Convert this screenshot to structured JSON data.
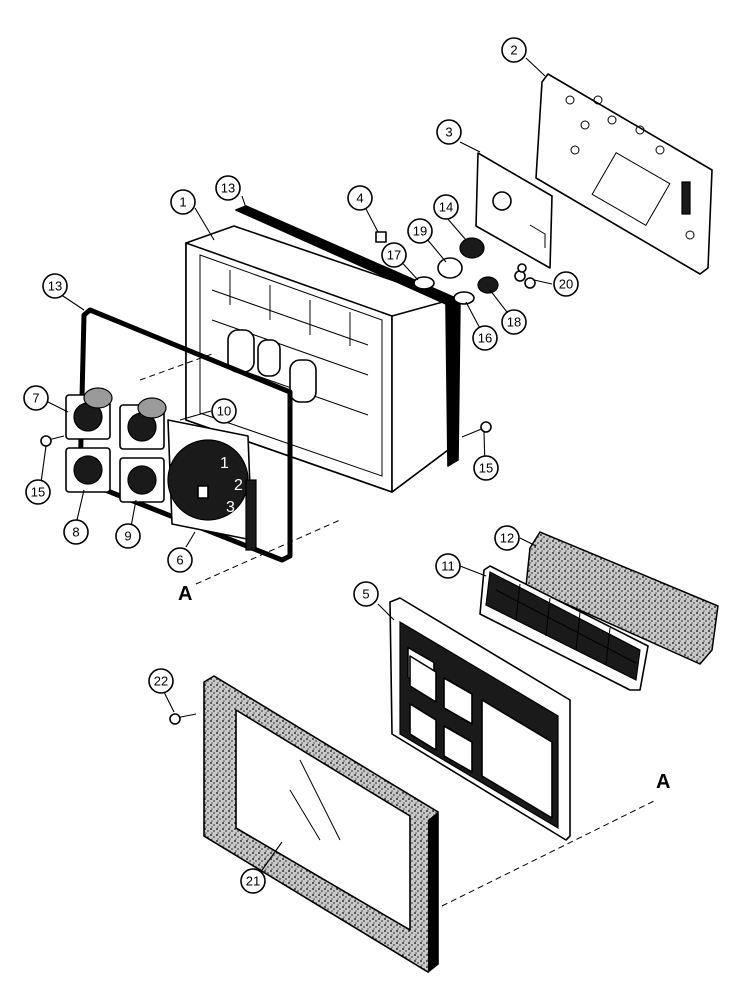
{
  "callouts": [
    {
      "id": "c1",
      "label": "1"
    },
    {
      "id": "c2",
      "label": "2"
    },
    {
      "id": "c3",
      "label": "3"
    },
    {
      "id": "c4",
      "label": "4"
    },
    {
      "id": "c5",
      "label": "5"
    },
    {
      "id": "c6",
      "label": "6"
    },
    {
      "id": "c7",
      "label": "7"
    },
    {
      "id": "c8",
      "label": "8"
    },
    {
      "id": "c9",
      "label": "9"
    },
    {
      "id": "c10",
      "label": "10"
    },
    {
      "id": "c11",
      "label": "11"
    },
    {
      "id": "c12",
      "label": "12"
    },
    {
      "id": "c13a",
      "label": "13"
    },
    {
      "id": "c13b",
      "label": "13"
    },
    {
      "id": "c14",
      "label": "14"
    },
    {
      "id": "c15a",
      "label": "15"
    },
    {
      "id": "c15b",
      "label": "15"
    },
    {
      "id": "c16",
      "label": "16"
    },
    {
      "id": "c17",
      "label": "17"
    },
    {
      "id": "c18",
      "label": "18"
    },
    {
      "id": "c19",
      "label": "19"
    },
    {
      "id": "c20",
      "label": "20"
    },
    {
      "id": "c21",
      "label": "21"
    },
    {
      "id": "c22",
      "label": "22"
    }
  ],
  "section_marks": {
    "left": "A",
    "right": "A"
  },
  "gauge": {
    "dial_1": "1",
    "dial_2": "2",
    "dial_3": "3"
  },
  "colors": {
    "ink": "#000000",
    "paper": "#ffffff",
    "speckle": "#6f6f6f"
  }
}
